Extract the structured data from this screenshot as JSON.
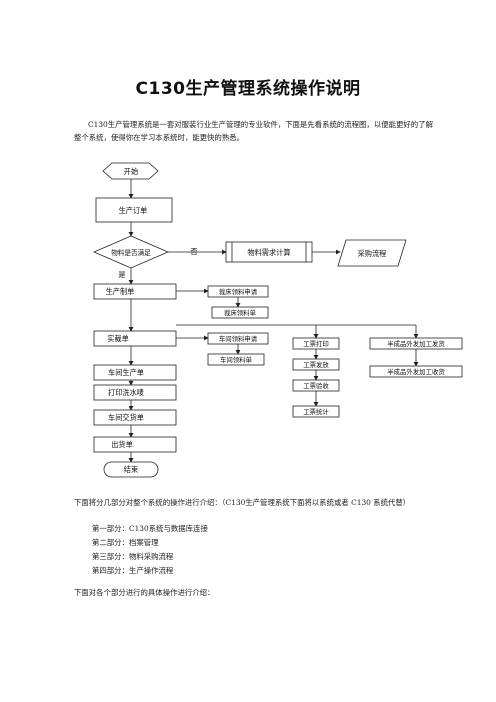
{
  "doc": {
    "title": "C130生产管理系统操作说明",
    "intro": "C130生产管理系统是一套对服装行业生产管理的专业软件，下面是先看系统的流程图，以便能更好的了解整个系统，使得你在学习本系统时，能更快的熟悉。",
    "after_chart": "下面将分几部分对整个系统的操作进行介绍：（C130生产管理系统下面将以系统或者 C130 系统代替）",
    "parts": [
      "第一部分：C130系统与数据库连接",
      "第二部分：档案管理",
      "第三部分：物料采购流程",
      "第四部分：生产操作流程"
    ],
    "closing": "下面对各个部分进行的具体操作进行介绍："
  },
  "flow": {
    "start": "开始",
    "order": "生产订单",
    "decision": "物料是否满足",
    "no_label": "否",
    "yes_label": "是",
    "material_calc": "物料需求计算",
    "purchase": "采购流程",
    "production_order": "生产制单",
    "cut_request": "裁床领料申请",
    "cut_issue": "裁床领料单",
    "actual_cut": "实裁单",
    "workshop_request": "车间领料申请",
    "workshop_issue": "车间领料单",
    "workshop_production": "车间生产单",
    "print_wash": "打印洗水唛",
    "workshop_delivery": "车间交货单",
    "shipment": "出货单",
    "end": "结束",
    "ticket_print": "工票打印",
    "ticket_issue": "工票发放",
    "ticket_receive": "工票验收",
    "ticket_stats": "工票统计",
    "semi_send": "半成品外发加工发货",
    "semi_receive": "半成品外发加工收货"
  }
}
